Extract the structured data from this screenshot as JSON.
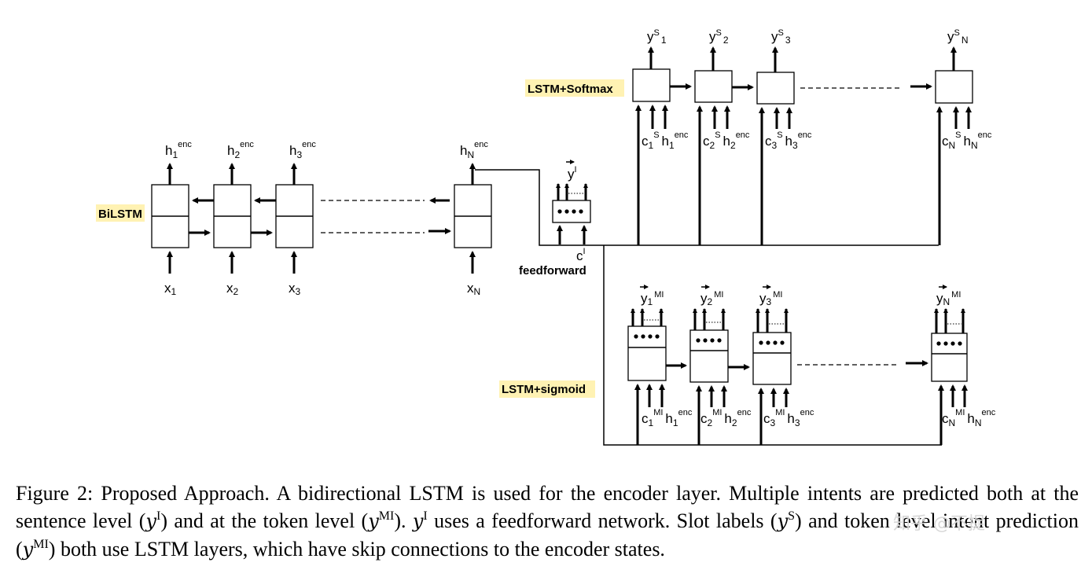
{
  "labels": {
    "bilstm": "BiLSTM",
    "lstm_softmax": "LSTM+Softmax",
    "lstm_sigmoid": "LSTM+sigmoid",
    "feedforward": "feedforward",
    "intent_y": "y",
    "intent_y_sup": "I",
    "intent_c": "c",
    "intent_c_sup": "I"
  },
  "encoder": {
    "h": "h",
    "enc": "enc",
    "x": "x",
    "subs": [
      "1",
      "2",
      "3",
      "N"
    ]
  },
  "slot": {
    "y": "y",
    "sup": "S",
    "subs": [
      "1",
      "2",
      "3",
      "N"
    ],
    "c": "c",
    "c_sup": "S",
    "h": "h",
    "enc": "enc"
  },
  "token_intent": {
    "y": "y",
    "sup": "MI",
    "subs": [
      "1",
      "2",
      "3",
      "N"
    ],
    "c": "c",
    "c_sup": "MI",
    "h": "h",
    "enc": "enc"
  },
  "caption": {
    "p1": "Figure 2: Proposed Approach. A bidirectional LSTM is used for the encoder layer. Multiple intents are predicted both at the sentence level (",
    "p2": ") and at the token level (",
    "p3": "). ",
    "p4": " uses a feedforward network. Slot labels (",
    "p5": ") and token level intent prediction (",
    "p6": ") both use LSTM layers, which have skip connections to the encoder states.",
    "y": "y",
    "sup_I": "I",
    "sup_MI": "MI",
    "sup_S": "S"
  },
  "watermark": "知乎 @不捉"
}
